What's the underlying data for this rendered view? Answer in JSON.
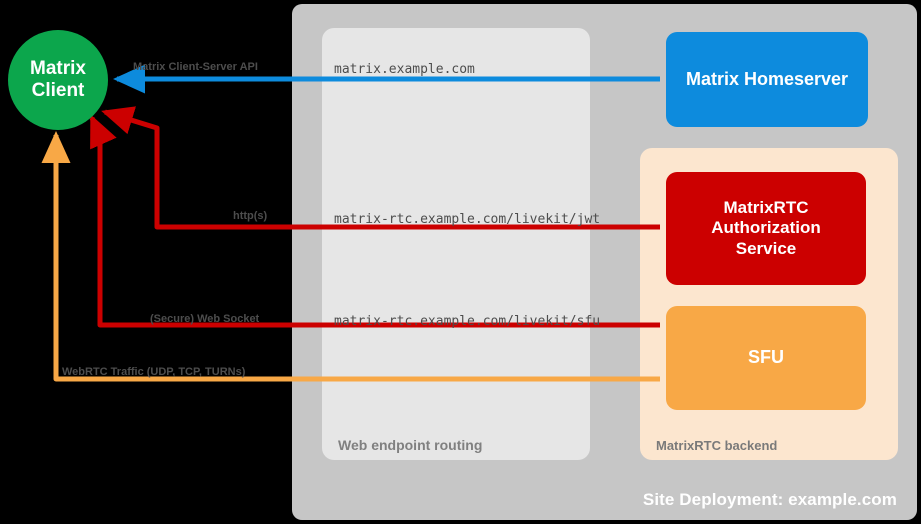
{
  "diagram": {
    "title": "Site Deployment: example.com",
    "colors": {
      "client": "#0ca64c",
      "homeserver": "#0d8bdd",
      "auth_service": "#cc0000",
      "sfu": "#f8a846",
      "site_container": "#c6c6c6",
      "routing_container": "#e6e6e6",
      "backend_container": "#fce6cf",
      "background": "#000000"
    }
  },
  "nodes": {
    "client": {
      "line1": "Matrix",
      "line2": "Client",
      "icon": "circle-node"
    },
    "homeserver": {
      "label": "Matrix Homeserver"
    },
    "auth_service": {
      "line1": "MatrixRTC",
      "line2": "Authorization",
      "line3": "Service"
    },
    "sfu": {
      "label": "SFU"
    }
  },
  "containers": {
    "routing": {
      "title": "Web endpoint routing"
    },
    "backend": {
      "title": "MatrixRTC backend"
    },
    "site": {
      "title": "Site Deployment: example.com"
    }
  },
  "endpoints": [
    {
      "url": "matrix.example.com",
      "color": "#0d8bdd"
    },
    {
      "url": "matrix-rtc.example.com/livekit/jwt",
      "color": "#cc0000"
    },
    {
      "url": "matrix-rtc.example.com/livekit/sfu",
      "color": "#cc0000"
    }
  ],
  "connections": [
    {
      "label": "Matrix Client-Server API",
      "color": "#0d8bdd",
      "from": "homeserver",
      "to": "client",
      "protocol": "Matrix Client-Server API"
    },
    {
      "label": "http(s)",
      "color": "#cc0000",
      "from": "auth-service",
      "to": "client",
      "protocol": "http(s)"
    },
    {
      "label": "(Secure) Web Socket",
      "color": "#cc0000",
      "from": "sfu",
      "to": "client",
      "protocol": "(Secure) Web Socket"
    },
    {
      "label": "WebRTC Traffic (UDP, TCP, TURNs)",
      "color": "#f8a846",
      "from": "sfu",
      "to": "client",
      "protocol": "WebRTC Traffic (UDP, TCP, TURNs)"
    }
  ]
}
